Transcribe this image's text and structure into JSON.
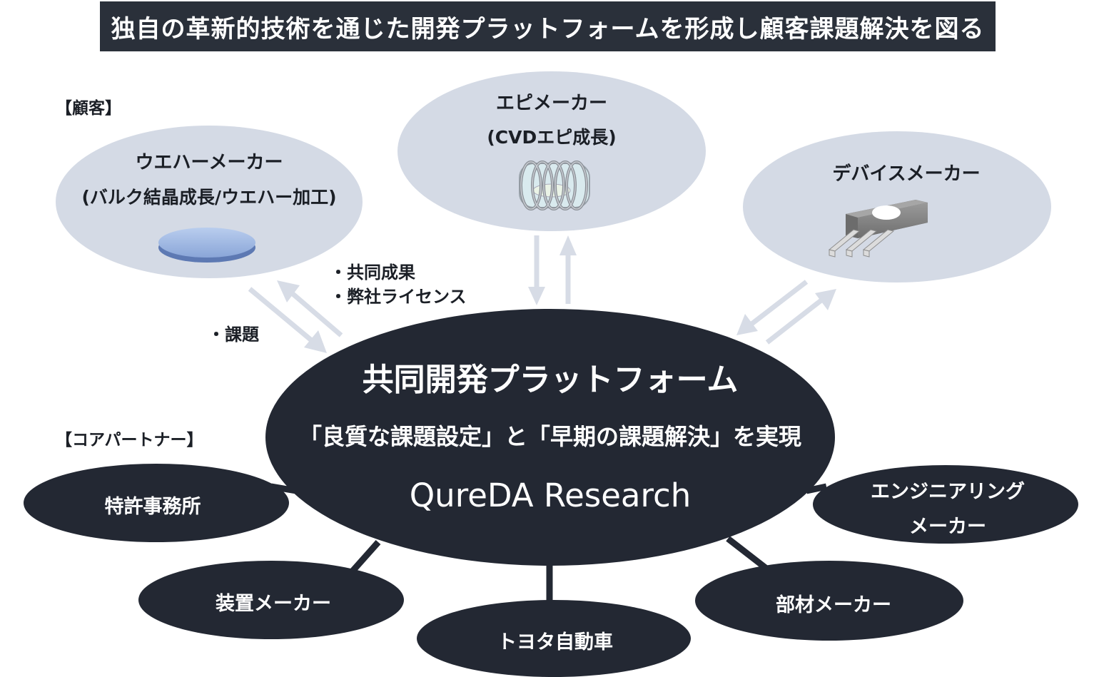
{
  "banner": {
    "title": "独自の革新的技術を通じた開発プラットフォームを形成し顧客課題解決を図る"
  },
  "sections": {
    "customers_label": "【顧客】",
    "partners_label": "【コアパートナー】"
  },
  "customers": {
    "wafer": {
      "name": "ウエハーメーカー",
      "sub": "(バルク結晶成長/ウエハー加工)"
    },
    "epi": {
      "name": "エピメーカー",
      "sub": "(CVDエピ成長)"
    },
    "device": {
      "name": "デバイスメーカー"
    }
  },
  "flows": {
    "outputs": [
      "・共同成果",
      "・弊社ライセンス"
    ],
    "input": "・課題"
  },
  "center": {
    "title": "共同開発プラットフォーム",
    "subtitle": "「良質な課題設定」と「早期の課題解決」を実現",
    "company": "QureDA Research"
  },
  "partners": {
    "patent": "特許事務所",
    "equipment": "装置メーカー",
    "toyota": "トヨタ自動車",
    "materials": "部材メーカー",
    "engineering_line1": "エンジニアリング",
    "engineering_line2": "メーカー"
  },
  "colors": {
    "banner_bg": "#2a303a",
    "customer_ellipse": "#d4dae5",
    "dark_ellipse": "#232833",
    "arrow": "#d7dce6"
  }
}
